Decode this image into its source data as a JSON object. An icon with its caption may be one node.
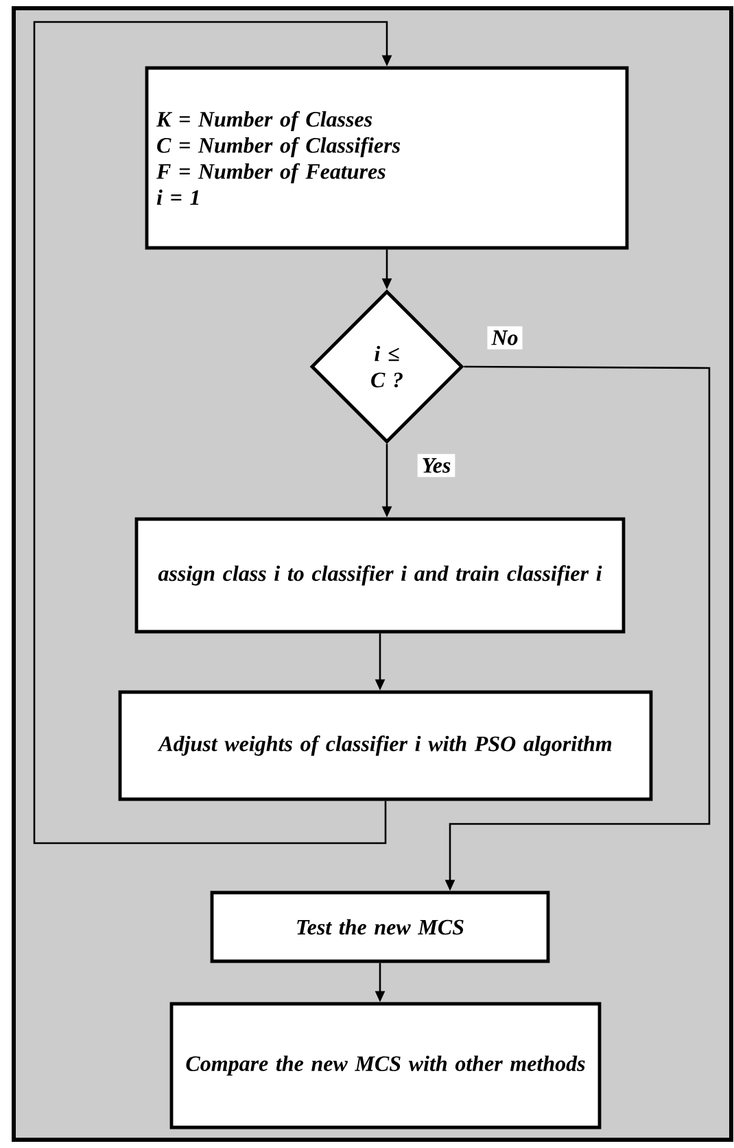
{
  "diagram": {
    "nodes": [
      {
        "text": [
          "K  =  Number of Classes",
          "C  =  Number of Classifiers",
          "F  =  Number of Features",
          "i  =  1"
        ]
      },
      {
        "text": [
          "i ≤ C ?"
        ]
      },
      {
        "text": [
          "assign class i to classifier i and train classifier i"
        ]
      },
      {
        "text": [
          "Adjust weights of classifier i with PSO algorithm"
        ]
      },
      {
        "text": [
          "Test the new MCS"
        ]
      },
      {
        "text": [
          "Compare the new MCS with other methods"
        ]
      }
    ],
    "edges": [
      {
        "from": 0,
        "to": 1,
        "arrow": "to"
      },
      {
        "from": 1,
        "to": 2,
        "arrow": "to",
        "label": "Yes"
      },
      {
        "from": 1,
        "to": 4,
        "arrow": "to",
        "label": "No"
      },
      {
        "from": 3,
        "to": 0,
        "arrow": "to"
      },
      {
        "from": 4,
        "to": 5,
        "arrow": "to"
      },
      {
        "from": 2,
        "to": 3,
        "arrow": "to"
      }
    ]
  }
}
